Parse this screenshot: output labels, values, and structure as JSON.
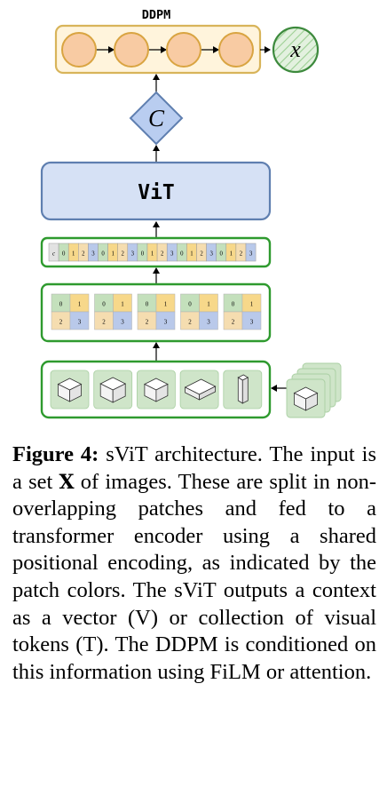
{
  "ddpm": {
    "title": "DDPM",
    "node_count": 4,
    "output_label": "x"
  },
  "context_label": "C",
  "vit_label": "ViT",
  "token_sequence": [
    "c",
    "0",
    "1",
    "2",
    "3",
    "0",
    "1",
    "2",
    "3",
    "0",
    "1",
    "2",
    "3",
    "0",
    "1",
    "2",
    "3",
    "0",
    "1",
    "2",
    "3"
  ],
  "patch_grid_labels": [
    "0",
    "1",
    "2",
    "3"
  ],
  "patch_group_count": 5,
  "image_count": 5,
  "input_stack_count": 4,
  "colors": {
    "ddpm_border": "#d8b45a",
    "ddpm_node_fill": "#f8cba3",
    "ddpm_node_border": "#d9a441",
    "output_border": "#3d8a3d",
    "output_fill": "#d7ebd3",
    "vit_fill": "#d6e1f5",
    "vit_border": "#5f7fb0",
    "green_border": "#2e9a2e",
    "patch_0": "#c4e0bc",
    "patch_1": "#f7d88a",
    "patch_2": "#f5ddb0",
    "patch_3": "#b9c9ea",
    "token_c": "#e2e2e2",
    "image_fill": "#cfe5c9"
  },
  "caption": {
    "label": "Figure 4:",
    "text_before_x": " sViT architecture. The input is a set ",
    "symbol_x": "X",
    "text_after_x": " of images. These are split in non-overlapping patches and fed to a transformer encoder using a shared positional encoding, as indicated by the patch colors. The sViT outputs a context as a vector (V) or col­lection of visual tokens (T). The DDPM is conditioned on this in­formation using FiLM or atten­tion."
  }
}
